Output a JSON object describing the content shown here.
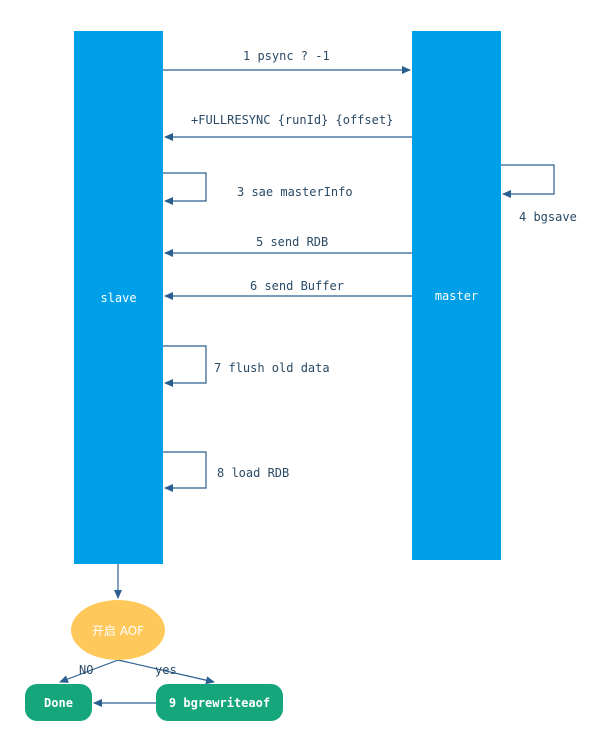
{
  "nodes": {
    "slave": "slave",
    "master": "master",
    "aof": "开启 AOF",
    "done": "Done",
    "bgrewriteaof": "9 bgrewriteaof"
  },
  "steps": {
    "psync": "1 psync ? -1",
    "fullresync": "+FULLRESYNC {runId} {offset}",
    "save_master_info": "3 sae masterInfo",
    "bgsave": "4 bgsave",
    "send_rdb": "5 send RDB",
    "send_buffer": "6 send Buffer",
    "flush_old_data": "7 flush old data",
    "load_rdb": "8 load RDB"
  },
  "branches": {
    "no": "NO",
    "yes": "yes"
  },
  "colors": {
    "bar": "#00a0e9",
    "line": "#2a5f8f",
    "decision": "#ffc85a",
    "terminal": "#15a67c"
  }
}
